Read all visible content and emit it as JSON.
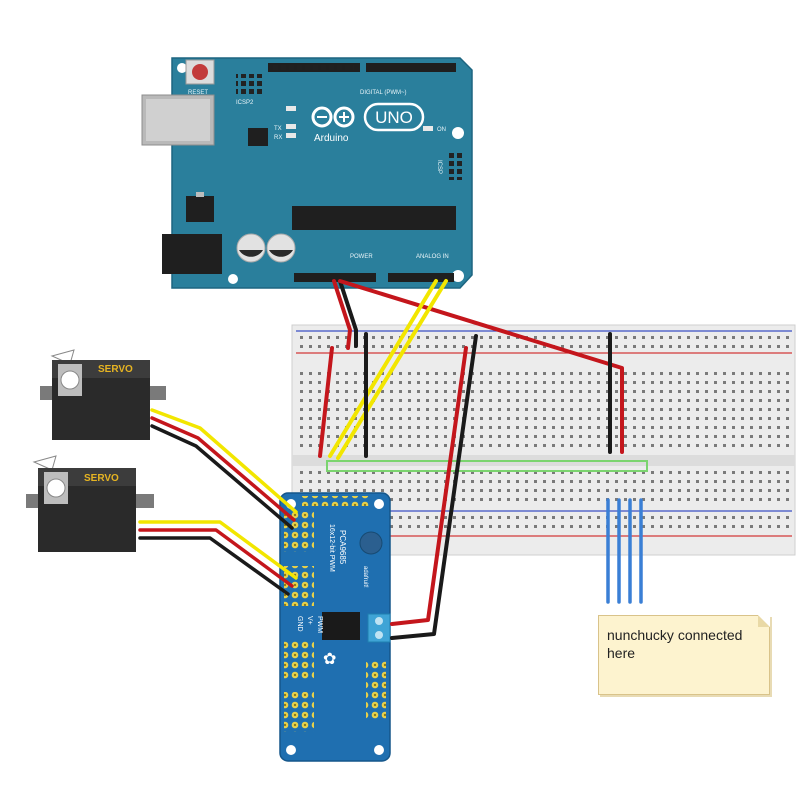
{
  "arduino": {
    "brand": "Arduino",
    "model": "UNO",
    "reset_label": "RESET",
    "icsp2_label": "ICSP2",
    "icsp_label": "ICSP",
    "on_label": "ON",
    "tx_label": "TX",
    "rx_label": "RX",
    "digital_label": "DIGITAL (PWM~)",
    "power_label": "POWER",
    "analog_label": "ANALOG IN"
  },
  "servos": [
    {
      "label": "SERVO"
    },
    {
      "label": "SERVO"
    }
  ],
  "pwm_driver": {
    "title": "PCA9685",
    "subtitle": "16x12-bit PWM",
    "maker": "adafruit!",
    "pwm_label": "PWM",
    "vplus_label": "V+",
    "gnd_label": "GND"
  },
  "note": {
    "text": "nunchucky connected here"
  },
  "colors": {
    "arduino_blue": "#2a7f9c",
    "breadboard": "#ececec",
    "pwm_board": "#1f6fb0",
    "wire_red": "#c4161c",
    "wire_black": "#1a1a1a",
    "wire_yellow": "#f2e600",
    "wire_blue": "#3a7fd5",
    "note_bg": "#fdf3cf"
  }
}
